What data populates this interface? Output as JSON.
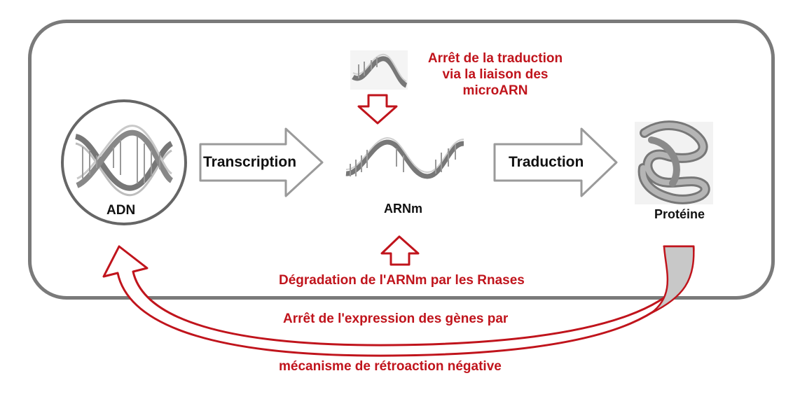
{
  "colors": {
    "accent_red": "#c0141c",
    "frame_gray": "#7a7a7a",
    "arrow_outline": "#9a9a9a"
  },
  "nodes": {
    "adn": "ADN",
    "arnm": "ARNm",
    "proteine": "Protéine"
  },
  "steps": {
    "transcription": "Transcription",
    "traduction": "Traduction"
  },
  "annotations": {
    "microarn_line1": "Arrêt de la traduction",
    "microarn_line2": "via la liaison des",
    "microarn_line3": "microARN",
    "degradation": "Dégradation de l'ARNm par les Rnases",
    "feedback_line1": "Arrêt de l'expression des gènes par",
    "feedback_line2": "mécanisme de rétroaction négative"
  },
  "icons": [
    "dna-double-helix-icon",
    "mrna-strand-icon",
    "microrna-strand-icon",
    "folded-protein-icon"
  ]
}
